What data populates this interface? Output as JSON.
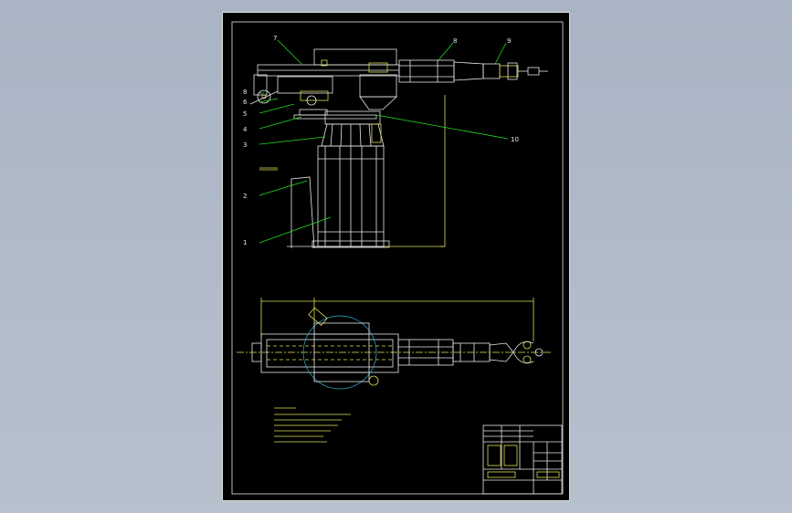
{
  "drawing": {
    "balloons": [
      "1",
      "2",
      "3",
      "4",
      "5",
      "6",
      "7",
      "8",
      "9",
      "10"
    ],
    "colors": {
      "background": "#000000",
      "outline": "#e8e8e8",
      "leader": "#22dd22",
      "dimension": "#dede55",
      "hatch": "#2ab7d0"
    }
  }
}
